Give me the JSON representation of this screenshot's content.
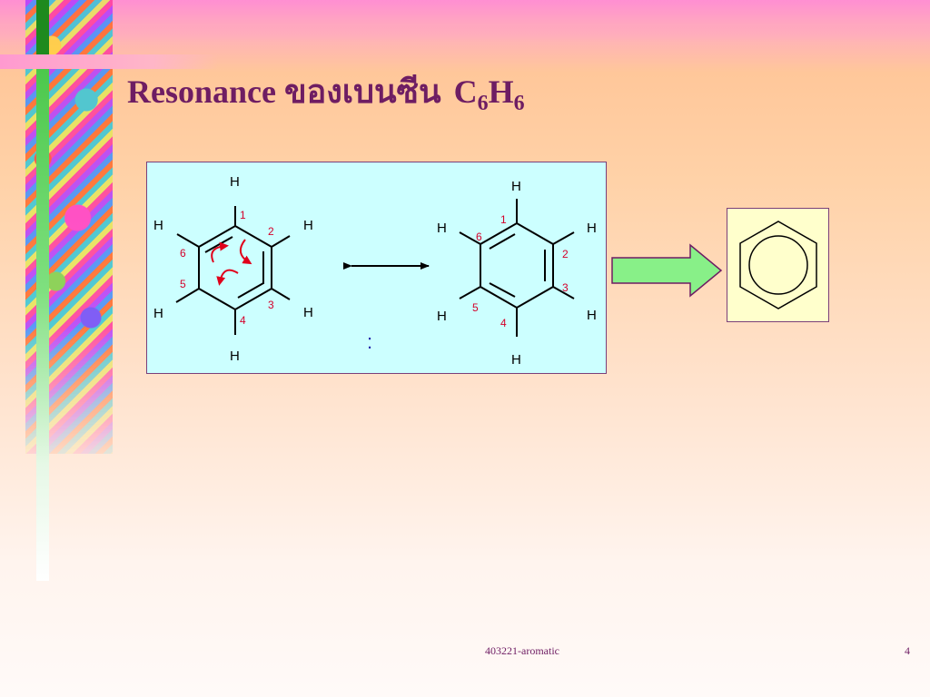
{
  "title": {
    "main": "Resonance ของเบนซีน",
    "formula_c": "C",
    "formula_c_sub": "6",
    "formula_h": "H",
    "formula_h_sub": "6"
  },
  "structure_left": {
    "hydrogens": [
      "H",
      "H",
      "H",
      "H",
      "H",
      "H"
    ],
    "carbon_numbers": [
      "1",
      "2",
      "3",
      "4",
      "5",
      "6"
    ]
  },
  "structure_right": {
    "hydrogens": [
      "H",
      "H",
      "H",
      "H",
      "H",
      "H"
    ],
    "carbon_numbers": [
      "1",
      "2",
      "3",
      "4",
      "5",
      "6"
    ]
  },
  "separator": ":",
  "colors": {
    "title": "#6e1d63",
    "resonance_box_bg": "#ccffff",
    "hybrid_box_bg": "#ffffcc",
    "arrow_fill": "#88f088",
    "curved_arrows": "#e0001b",
    "numbers": "#d4002a"
  },
  "footer": {
    "label": "403221-aromatic",
    "page_number": "4"
  }
}
